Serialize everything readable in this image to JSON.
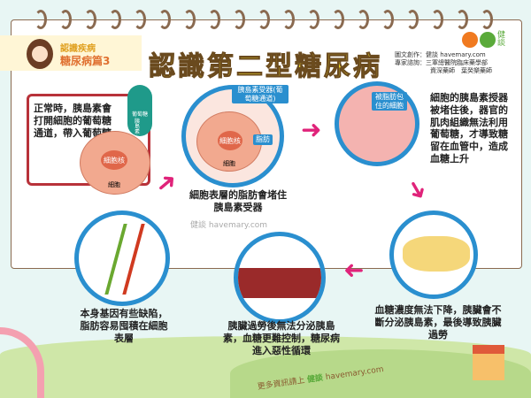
{
  "header": {
    "series": "認識疾病",
    "episode": "糖尿病篇3",
    "title": "認識第二型糖尿病",
    "brand": "健談",
    "credit_label": "圖文創作：健談 havemary.com",
    "expert_label": "專家諮詢：三軍總醫院臨床藥學部",
    "expert_name": "資深藥師　葉癸樂藥師"
  },
  "step1": {
    "text": "正常時，胰島素會打開細胞的葡萄糖通道，帶入葡萄糖",
    "glucose": "葡萄糖",
    "insulin": "胰島素",
    "nucleus": "細胞核",
    "cell": "細胞"
  },
  "step2": {
    "receptor": "胰島素受器(葡萄糖通道)",
    "fat": "脂肪",
    "nucleus": "細胞核",
    "cell": "細胞",
    "text": "細胞表層的脂肪會堵住胰島素受器"
  },
  "step3": {
    "label": "被脂肪包住的細胞",
    "text": "細胞的胰島素授器被堵住後，器官的肌肉組織無法利用葡萄糖，才導致糖留在血管中，造成血糖上升"
  },
  "step4": {
    "text": "血糖濃度無法下降，胰臟會不斷分泌胰島素，最後導致胰臟過勞"
  },
  "step5": {
    "text": "胰臟過勞後無法分泌胰島素，血糖更難控制，糖尿病進入惡性循環"
  },
  "step6": {
    "text": "本身基因有些缺陷，脂肪容易囤積在細胞表層"
  },
  "watermark": "健談 havemary.com",
  "footer": {
    "more": "更多資訊請上",
    "brand": "健談",
    "site": "havemary.com"
  }
}
